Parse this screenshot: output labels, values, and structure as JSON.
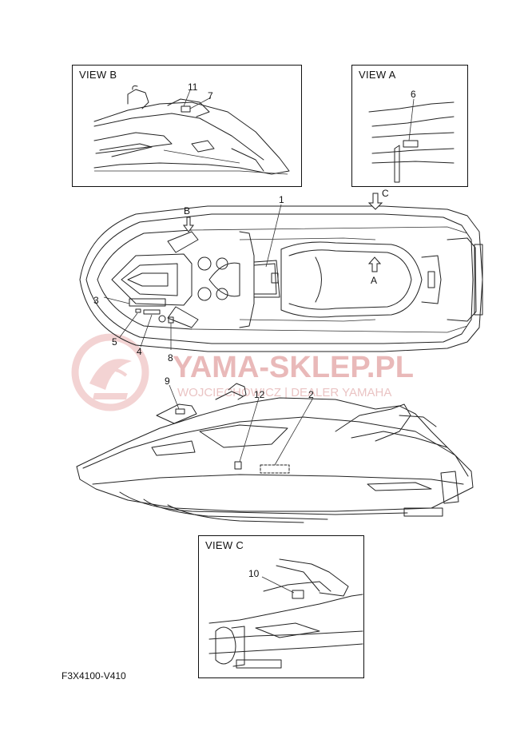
{
  "views": {
    "view_b": "VIEW B",
    "view_a": "VIEW A",
    "view_c": "VIEW C"
  },
  "arrows": {
    "b": "B",
    "c": "C",
    "a": "A"
  },
  "callouts": {
    "c1": "1",
    "c2": "2",
    "c3": "3",
    "c4": "4",
    "c5": "5",
    "c6": "6",
    "c7": "7",
    "c8": "8",
    "c9": "9",
    "c10": "10",
    "c11": "11",
    "c12": "12"
  },
  "watermark": {
    "brand": "YAMA-SKLEP.PL",
    "dealer": "WOJCIECHOWICZ | DEALER YAMAHA"
  },
  "diagram_code": "F3X4100-V410"
}
